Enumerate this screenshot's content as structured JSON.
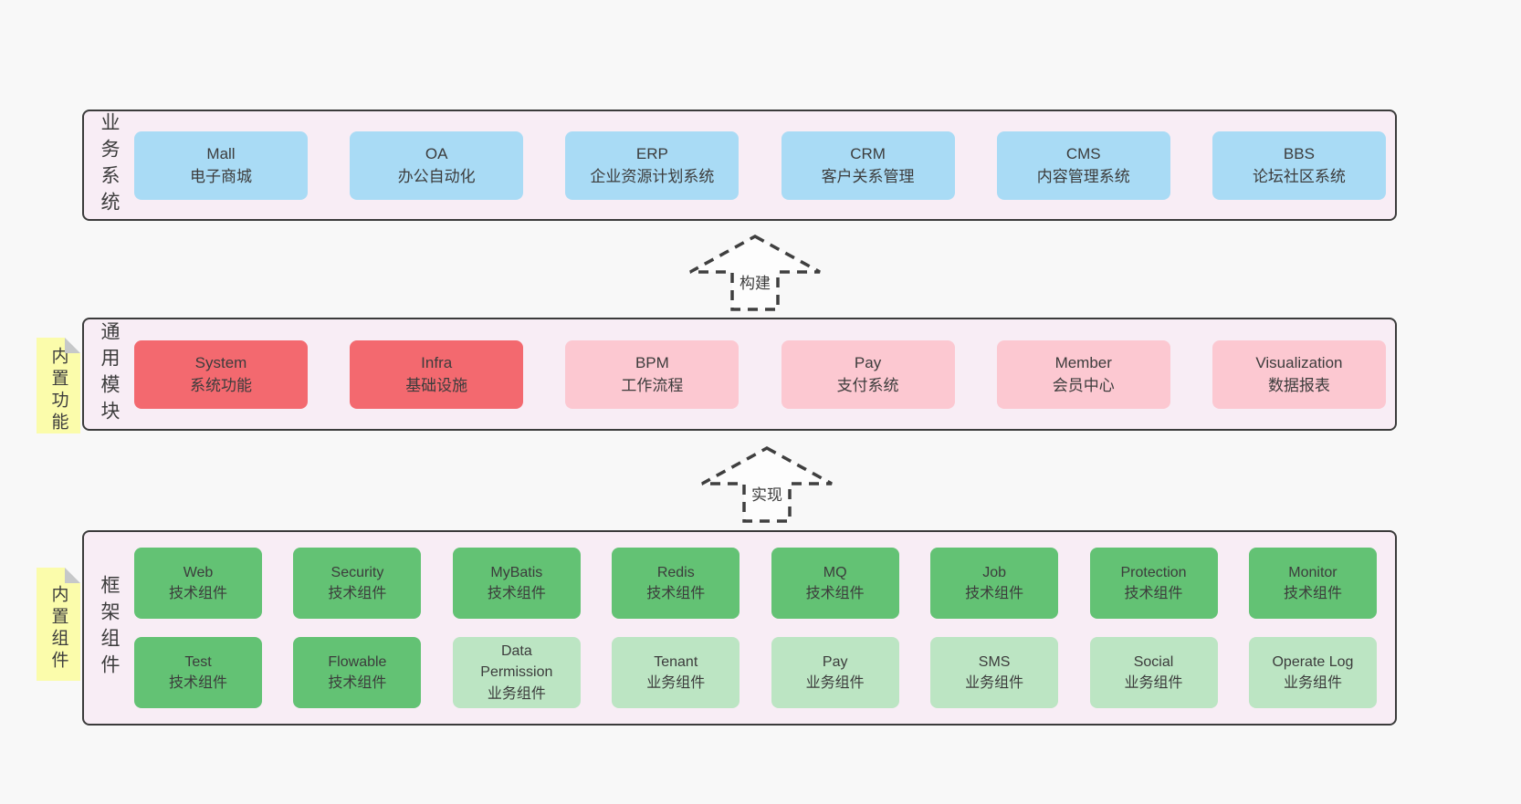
{
  "page": {
    "background": "#f8f8f8"
  },
  "colors": {
    "container_bg": "#f8edf5",
    "container_border": "#3b3b3b",
    "blue": "#a9dbf5",
    "red": "#f3696f",
    "pink": "#fcc8d1",
    "green_dark": "#63c274",
    "green_light": "#bce5c3",
    "note_yellow": "#fbfcab",
    "note_fold_gray": "#c6c8c9",
    "text": "#3c3c3c"
  },
  "arrows": [
    {
      "label": "构建"
    },
    {
      "label": "实现"
    }
  ],
  "layers": [
    {
      "side_label": "业务系统",
      "boxes": [
        {
          "en": "Mall",
          "zh": "电子商城"
        },
        {
          "en": "OA",
          "zh": "办公自动化"
        },
        {
          "en": "ERP",
          "zh": "企业资源计划系统"
        },
        {
          "en": "CRM",
          "zh": "客户关系管理"
        },
        {
          "en": "CMS",
          "zh": "内容管理系统"
        },
        {
          "en": "BBS",
          "zh": "论坛社区系统"
        }
      ]
    },
    {
      "side_label": "通用模块",
      "note": "内置功能",
      "boxes": [
        {
          "en": "System",
          "zh": "系统功能"
        },
        {
          "en": "Infra",
          "zh": "基础设施"
        },
        {
          "en": "BPM",
          "zh": "工作流程"
        },
        {
          "en": "Pay",
          "zh": "支付系统"
        },
        {
          "en": "Member",
          "zh": "会员中心"
        },
        {
          "en": "Visualization",
          "zh": "数据报表"
        }
      ]
    },
    {
      "side_label": "框架组件",
      "note": "内置组件",
      "rows": [
        [
          {
            "en": "Web",
            "zh": "技术组件"
          },
          {
            "en": "Security",
            "zh": "技术组件"
          },
          {
            "en": "MyBatis",
            "zh": "技术组件"
          },
          {
            "en": "Redis",
            "zh": "技术组件"
          },
          {
            "en": "MQ",
            "zh": "技术组件"
          },
          {
            "en": "Job",
            "zh": "技术组件"
          },
          {
            "en": "Protection",
            "zh": "技术组件"
          },
          {
            "en": "Monitor",
            "zh": "技术组件"
          }
        ],
        [
          {
            "en": "Test",
            "zh": "技术组件"
          },
          {
            "en": "Flowable",
            "zh": "技术组件"
          },
          {
            "en": "Data\nPermission",
            "zh": "业务组件"
          },
          {
            "en": "Tenant",
            "zh": "业务组件"
          },
          {
            "en": "Pay",
            "zh": "业务组件"
          },
          {
            "en": "SMS",
            "zh": "业务组件"
          },
          {
            "en": "Social",
            "zh": "业务组件"
          },
          {
            "en": "Operate Log",
            "zh": "业务组件"
          }
        ]
      ]
    }
  ]
}
